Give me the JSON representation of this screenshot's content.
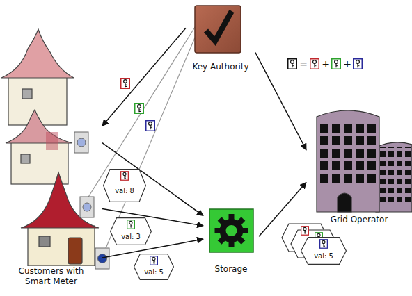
{
  "diagram": {
    "nodes": [
      {
        "text": [
          "Key Authority"
        ]
      },
      {
        "text": [
          "Customers with Smart Meter"
        ]
      },
      {
        "text": [
          "val: 8"
        ]
      },
      {
        "text": [
          "val: 3"
        ]
      },
      {
        "text": [
          "val: 5"
        ]
      },
      {
        "text": [
          "Storage"
        ]
      },
      {
        "text": [
          "Grid Operator"
        ]
      },
      {
        "text": [
          "val: 5"
        ]
      }
    ],
    "edges": [
      {
        "from": 0,
        "to": 1,
        "arrow": "to"
      },
      {
        "from": 0,
        "to": 6,
        "arrow": "to"
      },
      {
        "from": 1,
        "to": 5,
        "arrow": "to"
      },
      {
        "from": 1,
        "to": 5,
        "arrow": "to"
      },
      {
        "from": 1,
        "to": 5,
        "arrow": "to"
      },
      {
        "from": 5,
        "to": 6,
        "arrow": "to"
      }
    ],
    "labels": [
      "=",
      "+",
      "+"
    ]
  }
}
